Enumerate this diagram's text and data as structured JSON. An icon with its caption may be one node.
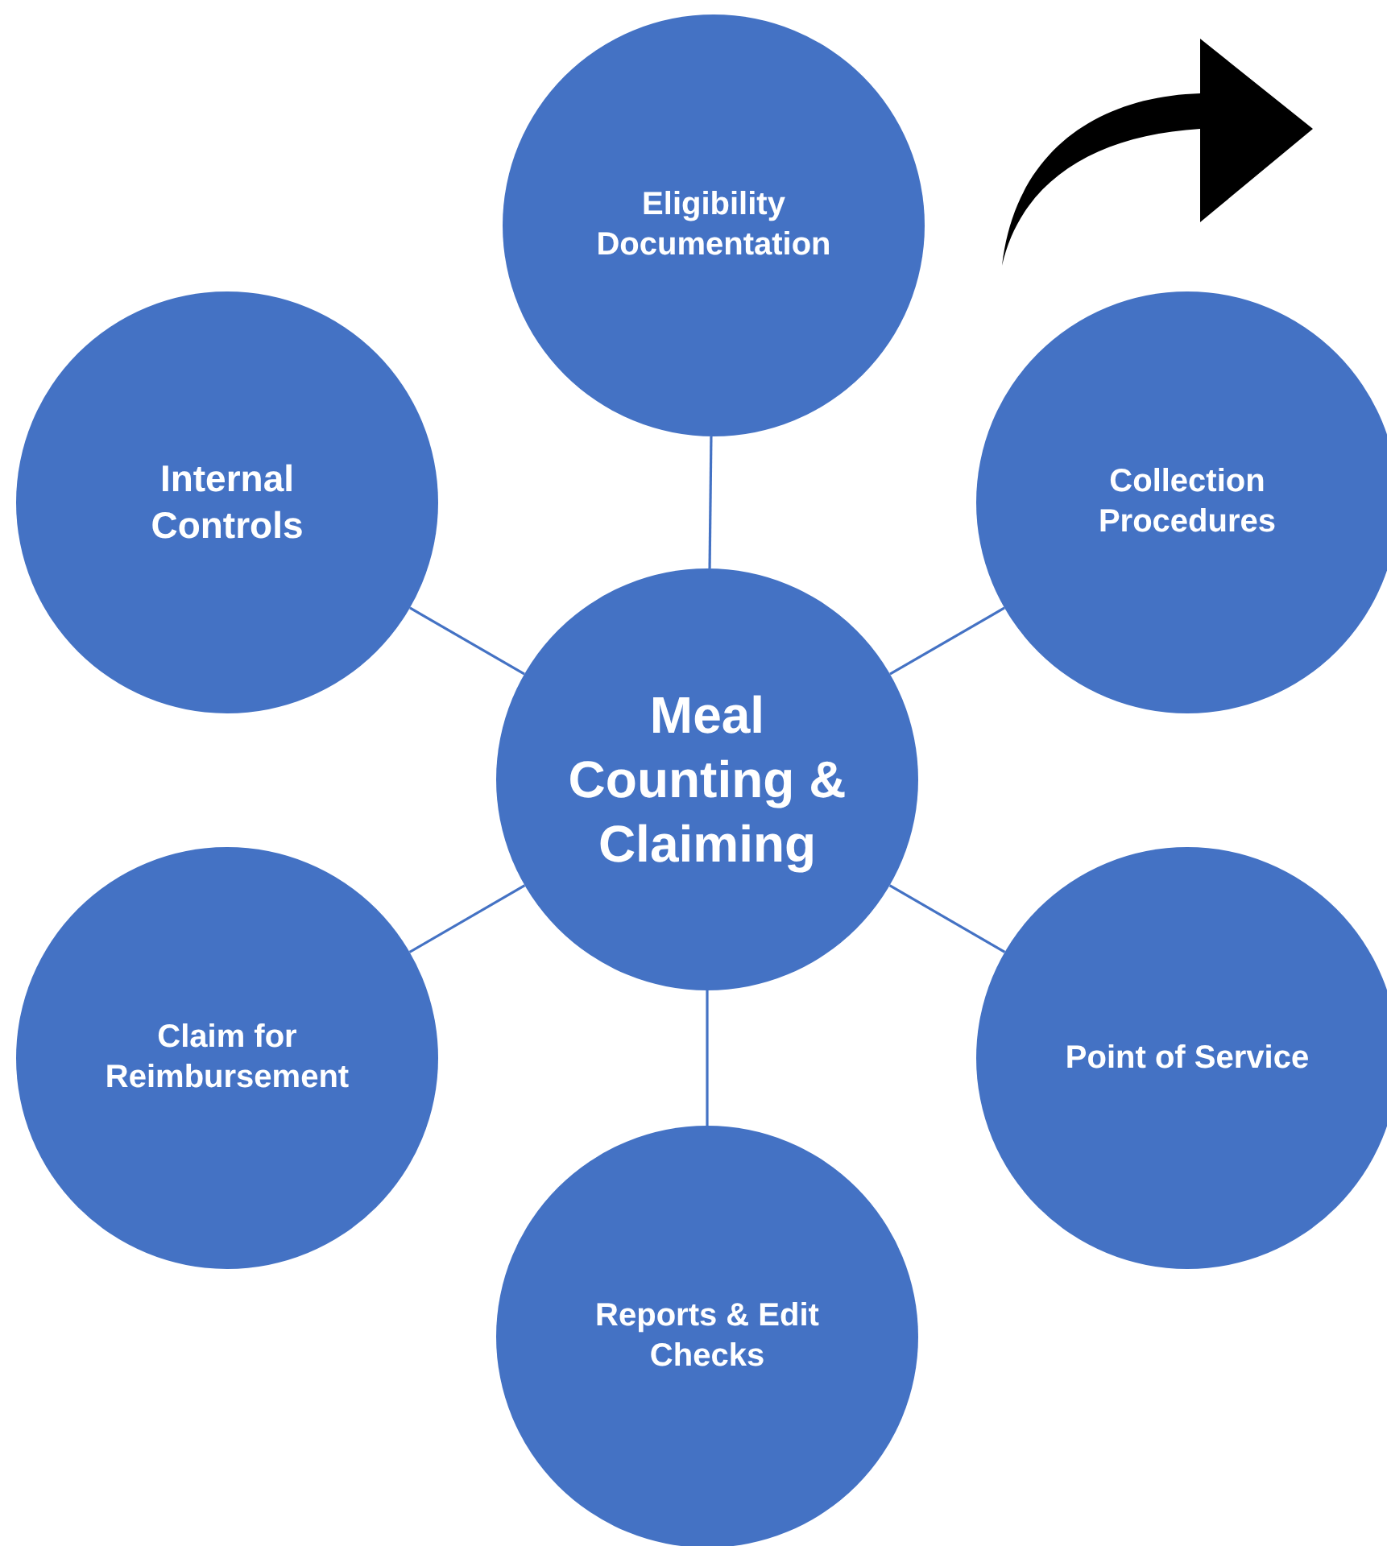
{
  "diagram": {
    "nodes": [
      {
        "text": [
          "Meal Counting & Claiming"
        ]
      },
      {
        "text": [
          "Eligibility Documentation"
        ]
      },
      {
        "text": [
          "Collection Procedures"
        ]
      },
      {
        "text": [
          "Point of Service"
        ]
      },
      {
        "text": [
          "Reports & Edit Checks"
        ]
      },
      {
        "text": [
          "Claim for Reimbursement"
        ]
      },
      {
        "text": [
          "Internal Controls"
        ]
      }
    ],
    "edges": [
      {
        "from": 0,
        "to": 1,
        "arrow": "none"
      },
      {
        "from": 0,
        "to": 2,
        "arrow": "none"
      },
      {
        "from": 0,
        "to": 3,
        "arrow": "none"
      },
      {
        "from": 0,
        "to": 4,
        "arrow": "none"
      },
      {
        "from": 0,
        "to": 5,
        "arrow": "none"
      },
      {
        "from": 0,
        "to": 6,
        "arrow": "none"
      }
    ]
  }
}
